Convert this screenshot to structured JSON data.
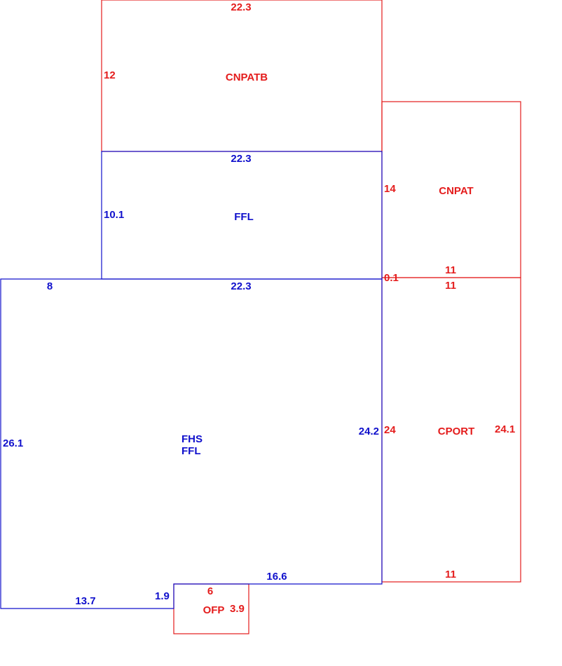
{
  "colors": {
    "red": "#e41c1c",
    "blue": "#1010cc",
    "background": "#ffffff"
  },
  "areas": {
    "cnpatb": {
      "code": "CNPATB",
      "top": "22.3",
      "left": "12"
    },
    "ffl_upper": {
      "code": "FFL",
      "top": "22.3",
      "left": "10.1"
    },
    "cnpat": {
      "code": "CNPAT",
      "left": "14",
      "bottom": "11",
      "corner": "0.1"
    },
    "fhs": {
      "code_line1": "FHS",
      "code_line2": "FFL",
      "top_left": "8",
      "top": "22.3",
      "left": "26.1",
      "right": "24.2",
      "bottom_left": "13.7",
      "step": "1.9",
      "bottom_right": "16.6"
    },
    "cport": {
      "code": "CPORT",
      "top": "11",
      "left": "24",
      "right": "24.1",
      "bottom": "11"
    },
    "ofp": {
      "code": "OFP",
      "top": "6",
      "right": "3.9"
    }
  }
}
